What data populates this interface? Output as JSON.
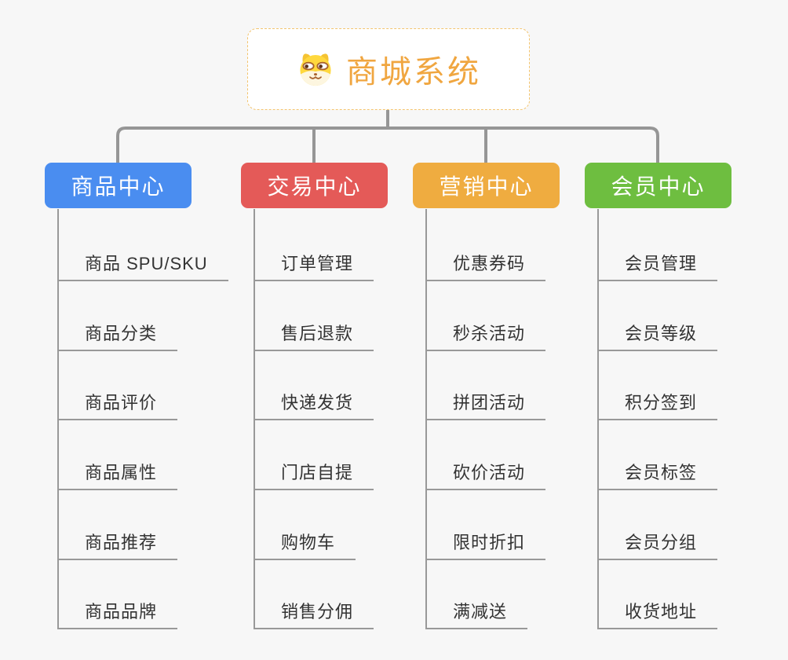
{
  "root": {
    "title": "商城系统",
    "icon": "shiba-dog-icon"
  },
  "branches": [
    {
      "label": "商品中心",
      "color": "#4a8df0",
      "items": [
        "商品 SPU/SKU",
        "商品分类",
        "商品评价",
        "商品属性",
        "商品推荐",
        "商品品牌"
      ]
    },
    {
      "label": "交易中心",
      "color": "#e45a58",
      "items": [
        "订单管理",
        "售后退款",
        "快递发货",
        "门店自提",
        "购物车",
        "销售分佣"
      ]
    },
    {
      "label": "营销中心",
      "color": "#efac40",
      "items": [
        "优惠券码",
        "秒杀活动",
        "拼团活动",
        "砍价活动",
        "限时折扣",
        "满减送"
      ]
    },
    {
      "label": "会员中心",
      "color": "#6ebe40",
      "items": [
        "会员管理",
        "会员等级",
        "积分签到",
        "会员标签",
        "会员分组",
        "收货地址"
      ]
    }
  ],
  "colors": {
    "background": "#f7f7f7",
    "connector_line": "#969696",
    "leaf_line": "#999999",
    "leaf_text": "#333333",
    "root_text": "#f0a640",
    "root_border": "#f3c46e"
  }
}
